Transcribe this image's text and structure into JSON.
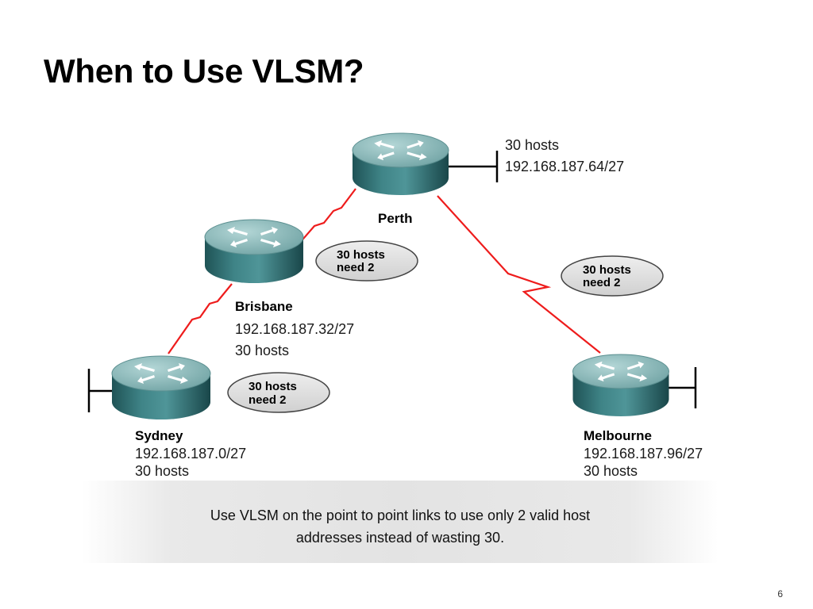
{
  "title": "When to Use VLSM?",
  "routers": {
    "perth": {
      "name": "Perth",
      "line1": "30 hosts",
      "line2": "192.168.187.64/27"
    },
    "brisbane": {
      "name": "Brisbane",
      "line1": "192.168.187.32/27",
      "line2": "30 hosts"
    },
    "sydney": {
      "name": "Sydney",
      "line1": "192.168.187.0/27",
      "line2": "30 hosts"
    },
    "melbourne": {
      "name": "Melbourne",
      "line1": "192.168.187.96/27",
      "line2": "30 hosts"
    }
  },
  "bubbles": [
    {
      "line1": "30 hosts",
      "line2": "need 2"
    },
    {
      "line1": "30 hosts",
      "line2": "need 2"
    },
    {
      "line1": "30 hosts",
      "line2": "need 2"
    }
  ],
  "caption": {
    "line1": "Use VLSM on the  point to point links to use only 2 valid host",
    "line2": "addresses instead of wasting 30."
  },
  "page_number": "6",
  "colors": {
    "link": "#ee1c1c",
    "router_top": "#8fbcbc",
    "router_side": "#2e6b6e"
  }
}
